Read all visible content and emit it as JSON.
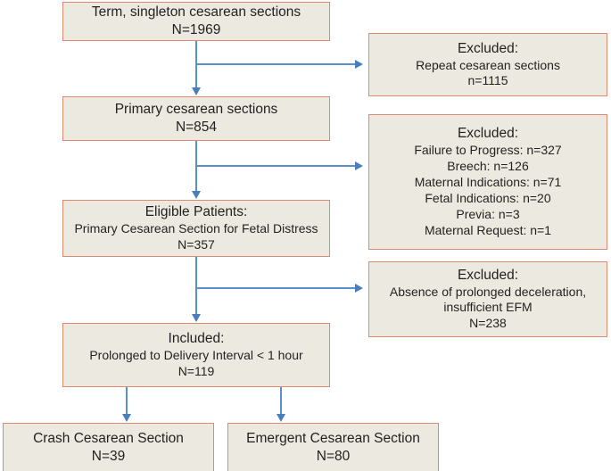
{
  "diagram": {
    "type": "consort-flowchart",
    "colors": {
      "box_fill": "#ECEAE0",
      "box_border": "#DD8A72",
      "connector": "#5B8FC9",
      "arrowhead": "#4A7EBB",
      "background": "#FFFFFF",
      "text": "#231F20"
    },
    "nodes": {
      "term": {
        "title": "Term, singleton cesarean sections",
        "count": "N=1969"
      },
      "primary": {
        "title": "Primary cesarean sections",
        "count": "N=854"
      },
      "eligible": {
        "title": "Eligible Patients:",
        "subtitle": "Primary Cesarean Section for Fetal Distress",
        "count": "N=357"
      },
      "included": {
        "title": "Included:",
        "subtitle": "Prolonged to Delivery Interval < 1 hour",
        "count": "N=119"
      },
      "excluded_1": {
        "title": "Excluded:",
        "reason": "Repeat cesarean sections",
        "count": "n=1115"
      },
      "excluded_2": {
        "title": "Excluded:",
        "reasons": [
          "Failure to Progress: n=327",
          "Breech: n=126",
          "Maternal Indications: n=71",
          "Fetal Indications: n=20",
          "Previa: n=3",
          "Maternal Request: n=1"
        ]
      },
      "excluded_3": {
        "title": "Excluded:",
        "reason_line_1": "Absence of prolonged deceleration,",
        "reason_line_2": "insufficient EFM",
        "count": "N=238"
      },
      "crash": {
        "title": "Crash Cesarean Section",
        "count": "N=39"
      },
      "emergent": {
        "title": "Emergent Cesarean Section",
        "count": "N=80"
      }
    }
  }
}
